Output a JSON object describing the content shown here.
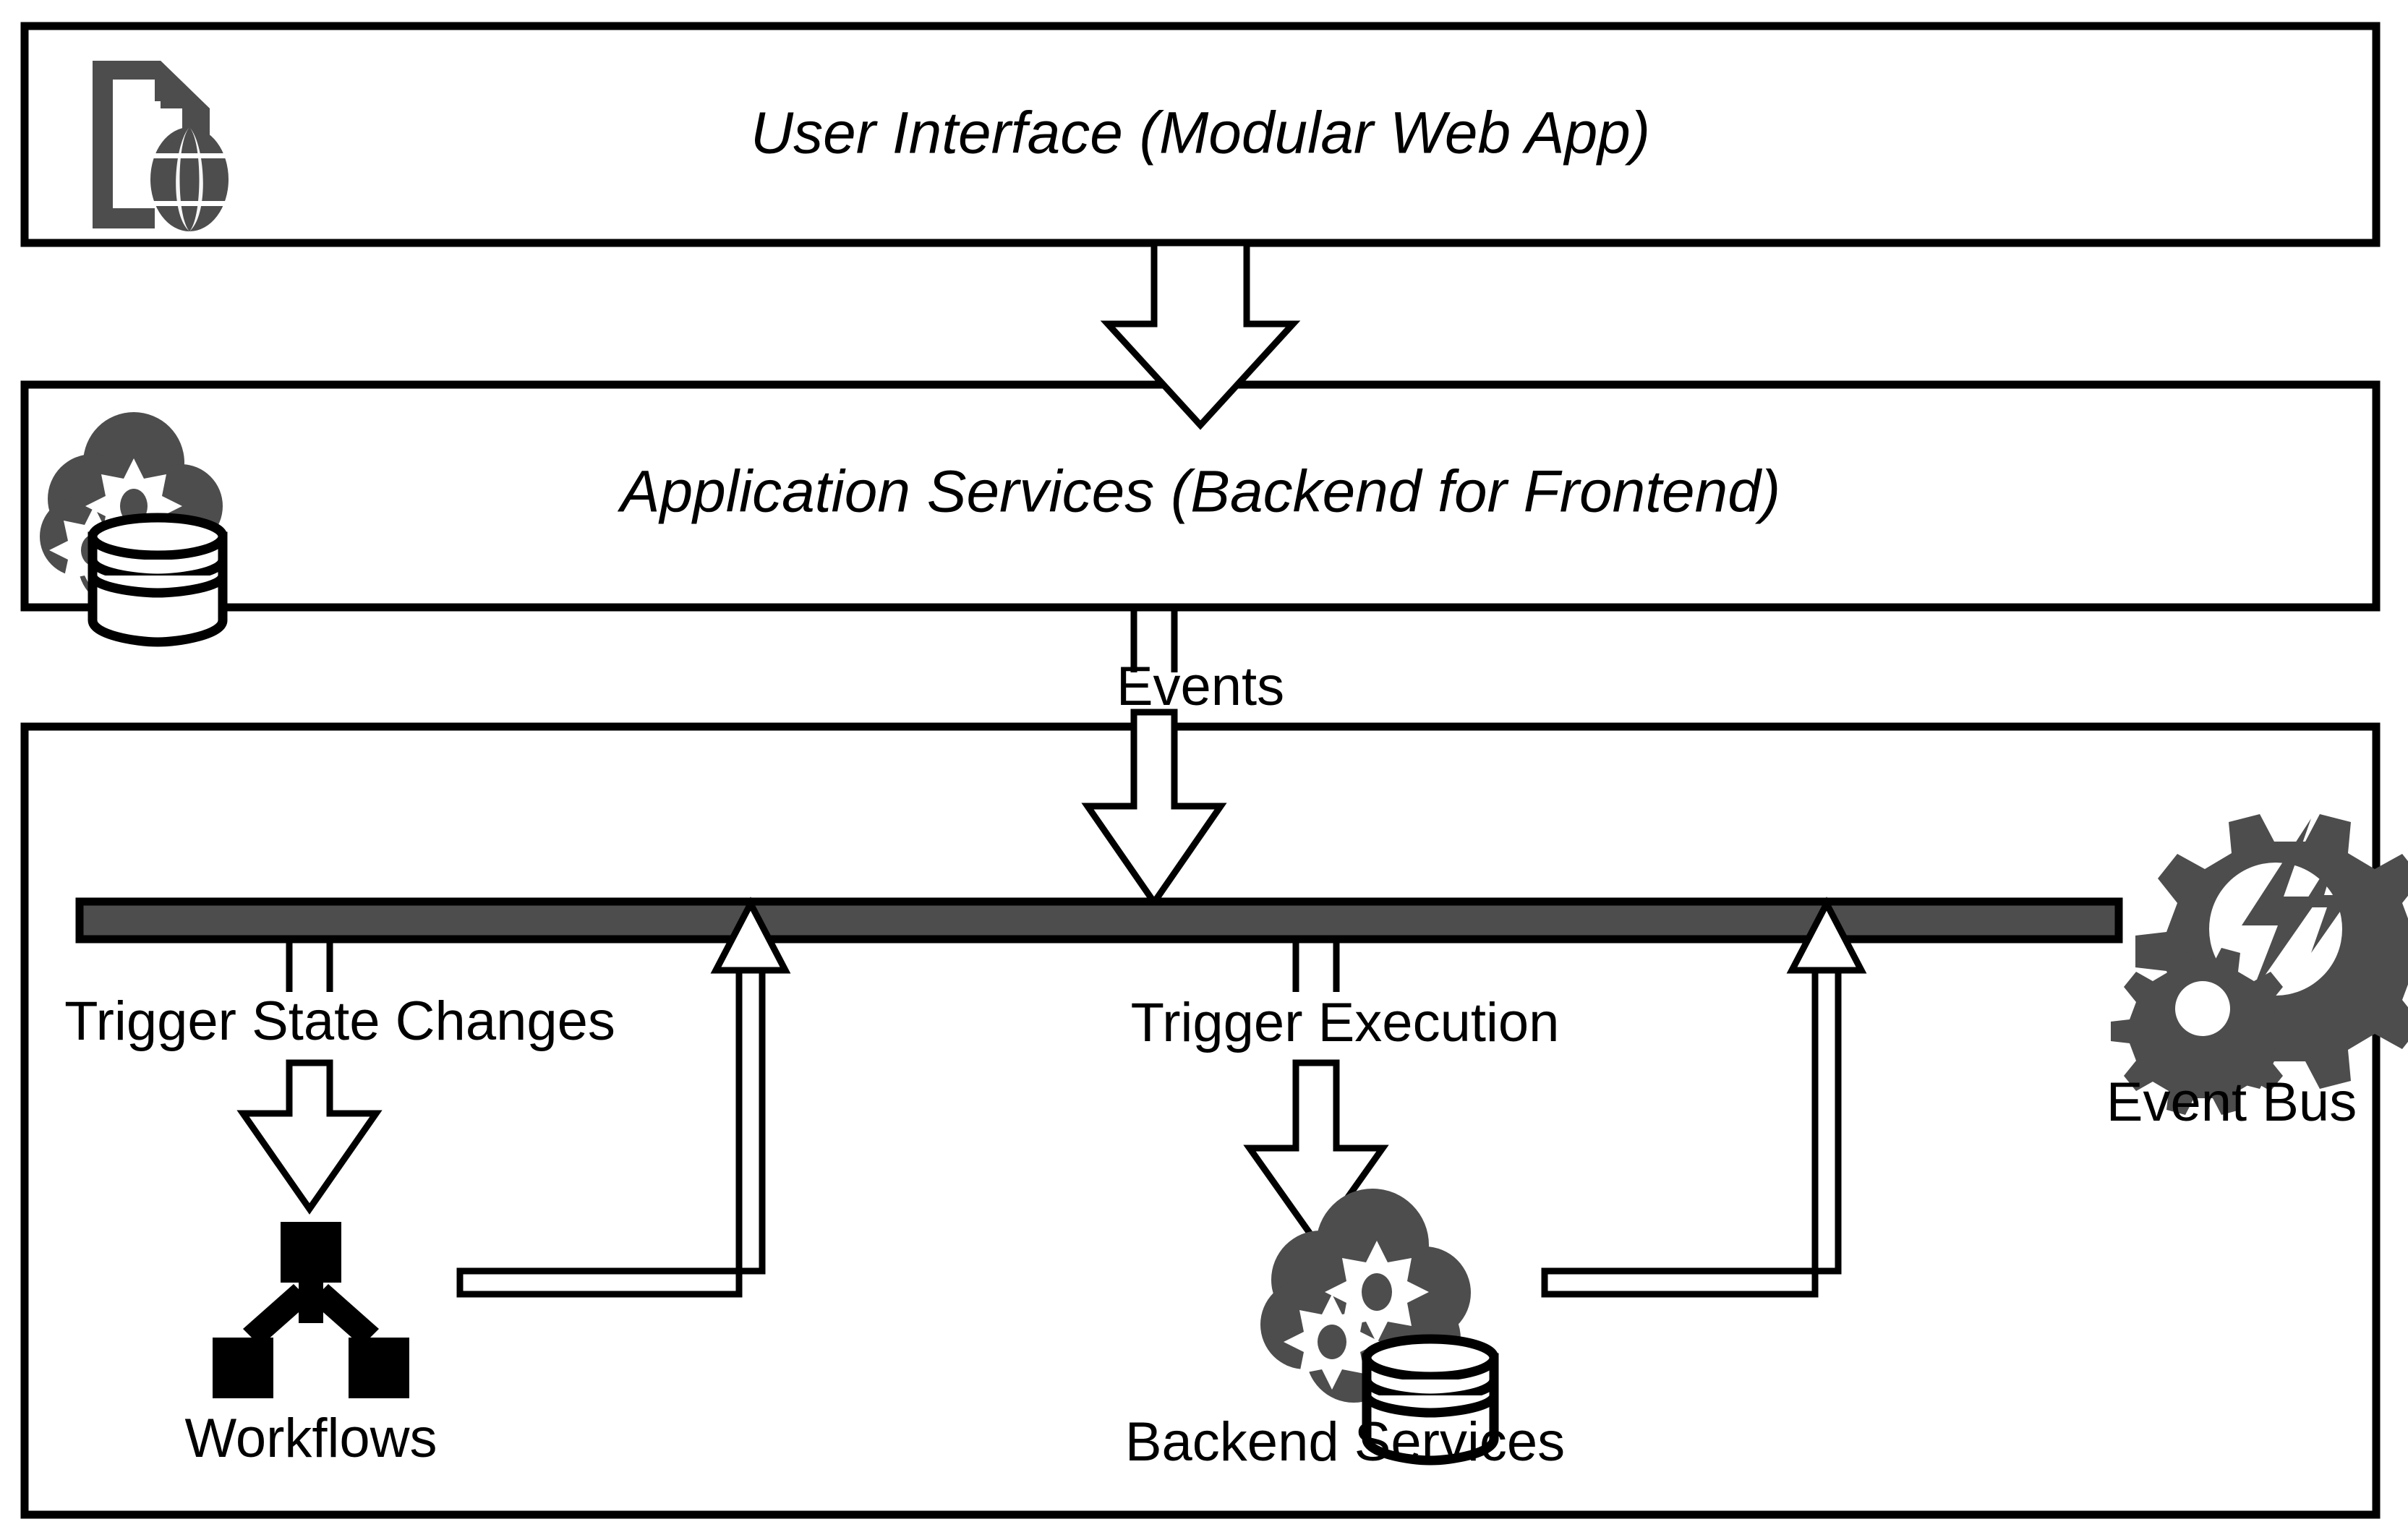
{
  "diagram": {
    "title_ui": "User Interface (Modular Web App)",
    "title_app_services": "Application Services (Backend for Frontend)",
    "label_events": "Events",
    "label_trigger_state_changes": "Trigger State Changes",
    "label_trigger_execution": "Trigger Execution",
    "label_workflows": "Workflows",
    "label_backend_services": "Backend Services",
    "label_event_bus": "Event Bus",
    "icons": {
      "ui": "web-document-icon",
      "app_services": "cloud-gears-database-icon",
      "event_bus": "gear-lightning-icon",
      "workflows": "workflow-tree-icon",
      "backend_services": "cloud-gears-database-icon"
    },
    "colors": {
      "background": "#ffffff",
      "stroke": "#000000",
      "icon_gray": "#4d4d4d",
      "bus_fill": "#4d4d4d"
    }
  }
}
